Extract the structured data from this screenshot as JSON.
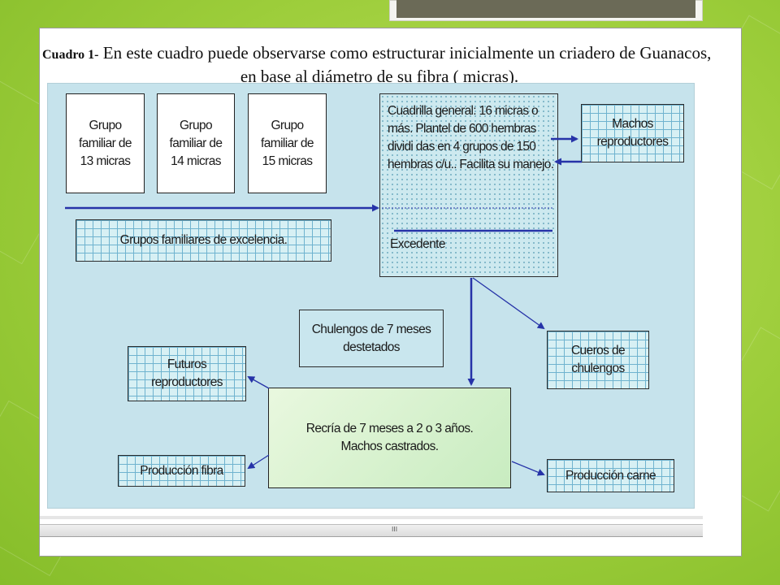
{
  "caption": {
    "bold_label": "Cuadro 1-",
    "line1": "En este cuadro puede observarse como estructurar inicialmente un criadero de Guanacos,",
    "line2": "en base al diámetro de su fibra ( micras)."
  },
  "boxes": {
    "grupo13": "Grupo familiar de 13 micras",
    "grupo14": "Grupo familiar de 14 micras",
    "grupo15": "Grupo familiar de 15 micras",
    "grupos_excelencia": "Grupos familiares de excelencia.",
    "cuadrilla": "Cuadrilla general: 16 micras o más. Plantel de 600 hembras dividi das en 4 grupos de 150 hembras c/u.. Facilita su manejo.",
    "excedente": "Excedente",
    "machos_reproductores": "Machos reproductores",
    "chulengos": "Chulengos de 7 meses destetados",
    "cueros": "Cueros de chulengos",
    "futuros": "Futuros reproductores",
    "recria": "Recría de 7 meses a 2 o 3 años. Machos castrados.",
    "produccion_fibra": "Producción fibra",
    "produccion_carne": "Producción carne"
  },
  "scrollbar": {
    "grip": "III"
  },
  "colors": {
    "background": "#9ccd3a",
    "diagram_bg": "#c6e3ec",
    "arrow": "#2633a8",
    "grid_line": "#6fb3cf"
  }
}
